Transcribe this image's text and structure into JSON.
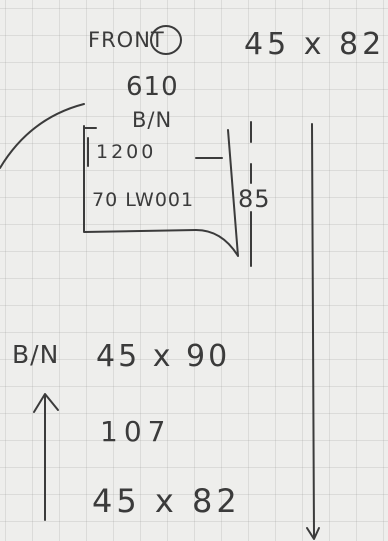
{
  "notes": {
    "front_label": "FRONT",
    "top_dimension": "45 x 82",
    "measure_610": "610",
    "bn_top": "B/N",
    "measure_1200": "1200",
    "label_70": "70 LW001",
    "measure_85": "85",
    "bn_left": "B/N",
    "mid_dimension": "45 x 90",
    "measure_107": "107",
    "bottom_dimension": "45 x 82"
  },
  "colors": {
    "paper": "#eeeeec",
    "grid": "#b4b4b4",
    "pencil": "#3b3b3b"
  }
}
